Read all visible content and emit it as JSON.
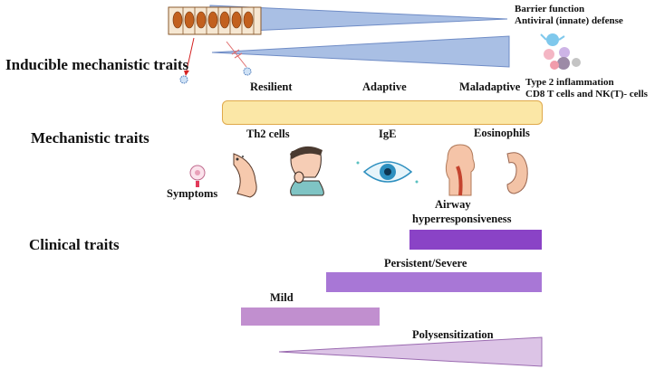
{
  "labels": {
    "inducible_mechanistic_traits": "Inducible mechanistic traits",
    "mechanistic_traits": "Mechanistic traits",
    "clinical_traits": "Clinical traits",
    "barrier_function": "Barrier function",
    "antiviral_defense": "Antiviral (innate) defense",
    "type2_inflammation": "Type 2 inflammation",
    "cd8_nkt": "CD8 T cells and NK(T)- cells",
    "resilient": "Resilient",
    "adaptive": "Adaptive",
    "maladaptive": "Maladaptive",
    "th2_cells": "Th2 cells",
    "ige": "IgE",
    "eosinophils": "Eosinophils",
    "symptoms": "Symptoms",
    "airway_line1": "Airway",
    "airway_line2": "hyperresponsiveness",
    "persistent_severe": "Persistent/Severe",
    "mild": "Mild",
    "polysensitization": "Polysensitization"
  },
  "colors": {
    "blue_wedge": "#a9bfe4",
    "yellow_bar": "#fbe7a6",
    "airway_bar": "#8a43c6",
    "persistent_bar": "#a877d6",
    "mild_bar": "#c18fcf",
    "poly_wedge": "#dcc4e6"
  },
  "icons": [
    "epithelium-icon",
    "virus-icon",
    "immune-cells-icon",
    "th2-cell-icon",
    "ige-antibody-icon",
    "eosinophil-icon",
    "allergen-icon",
    "nose-icon",
    "coughing-person-icon",
    "eye-icon",
    "throat-icon",
    "ear-icon"
  ]
}
